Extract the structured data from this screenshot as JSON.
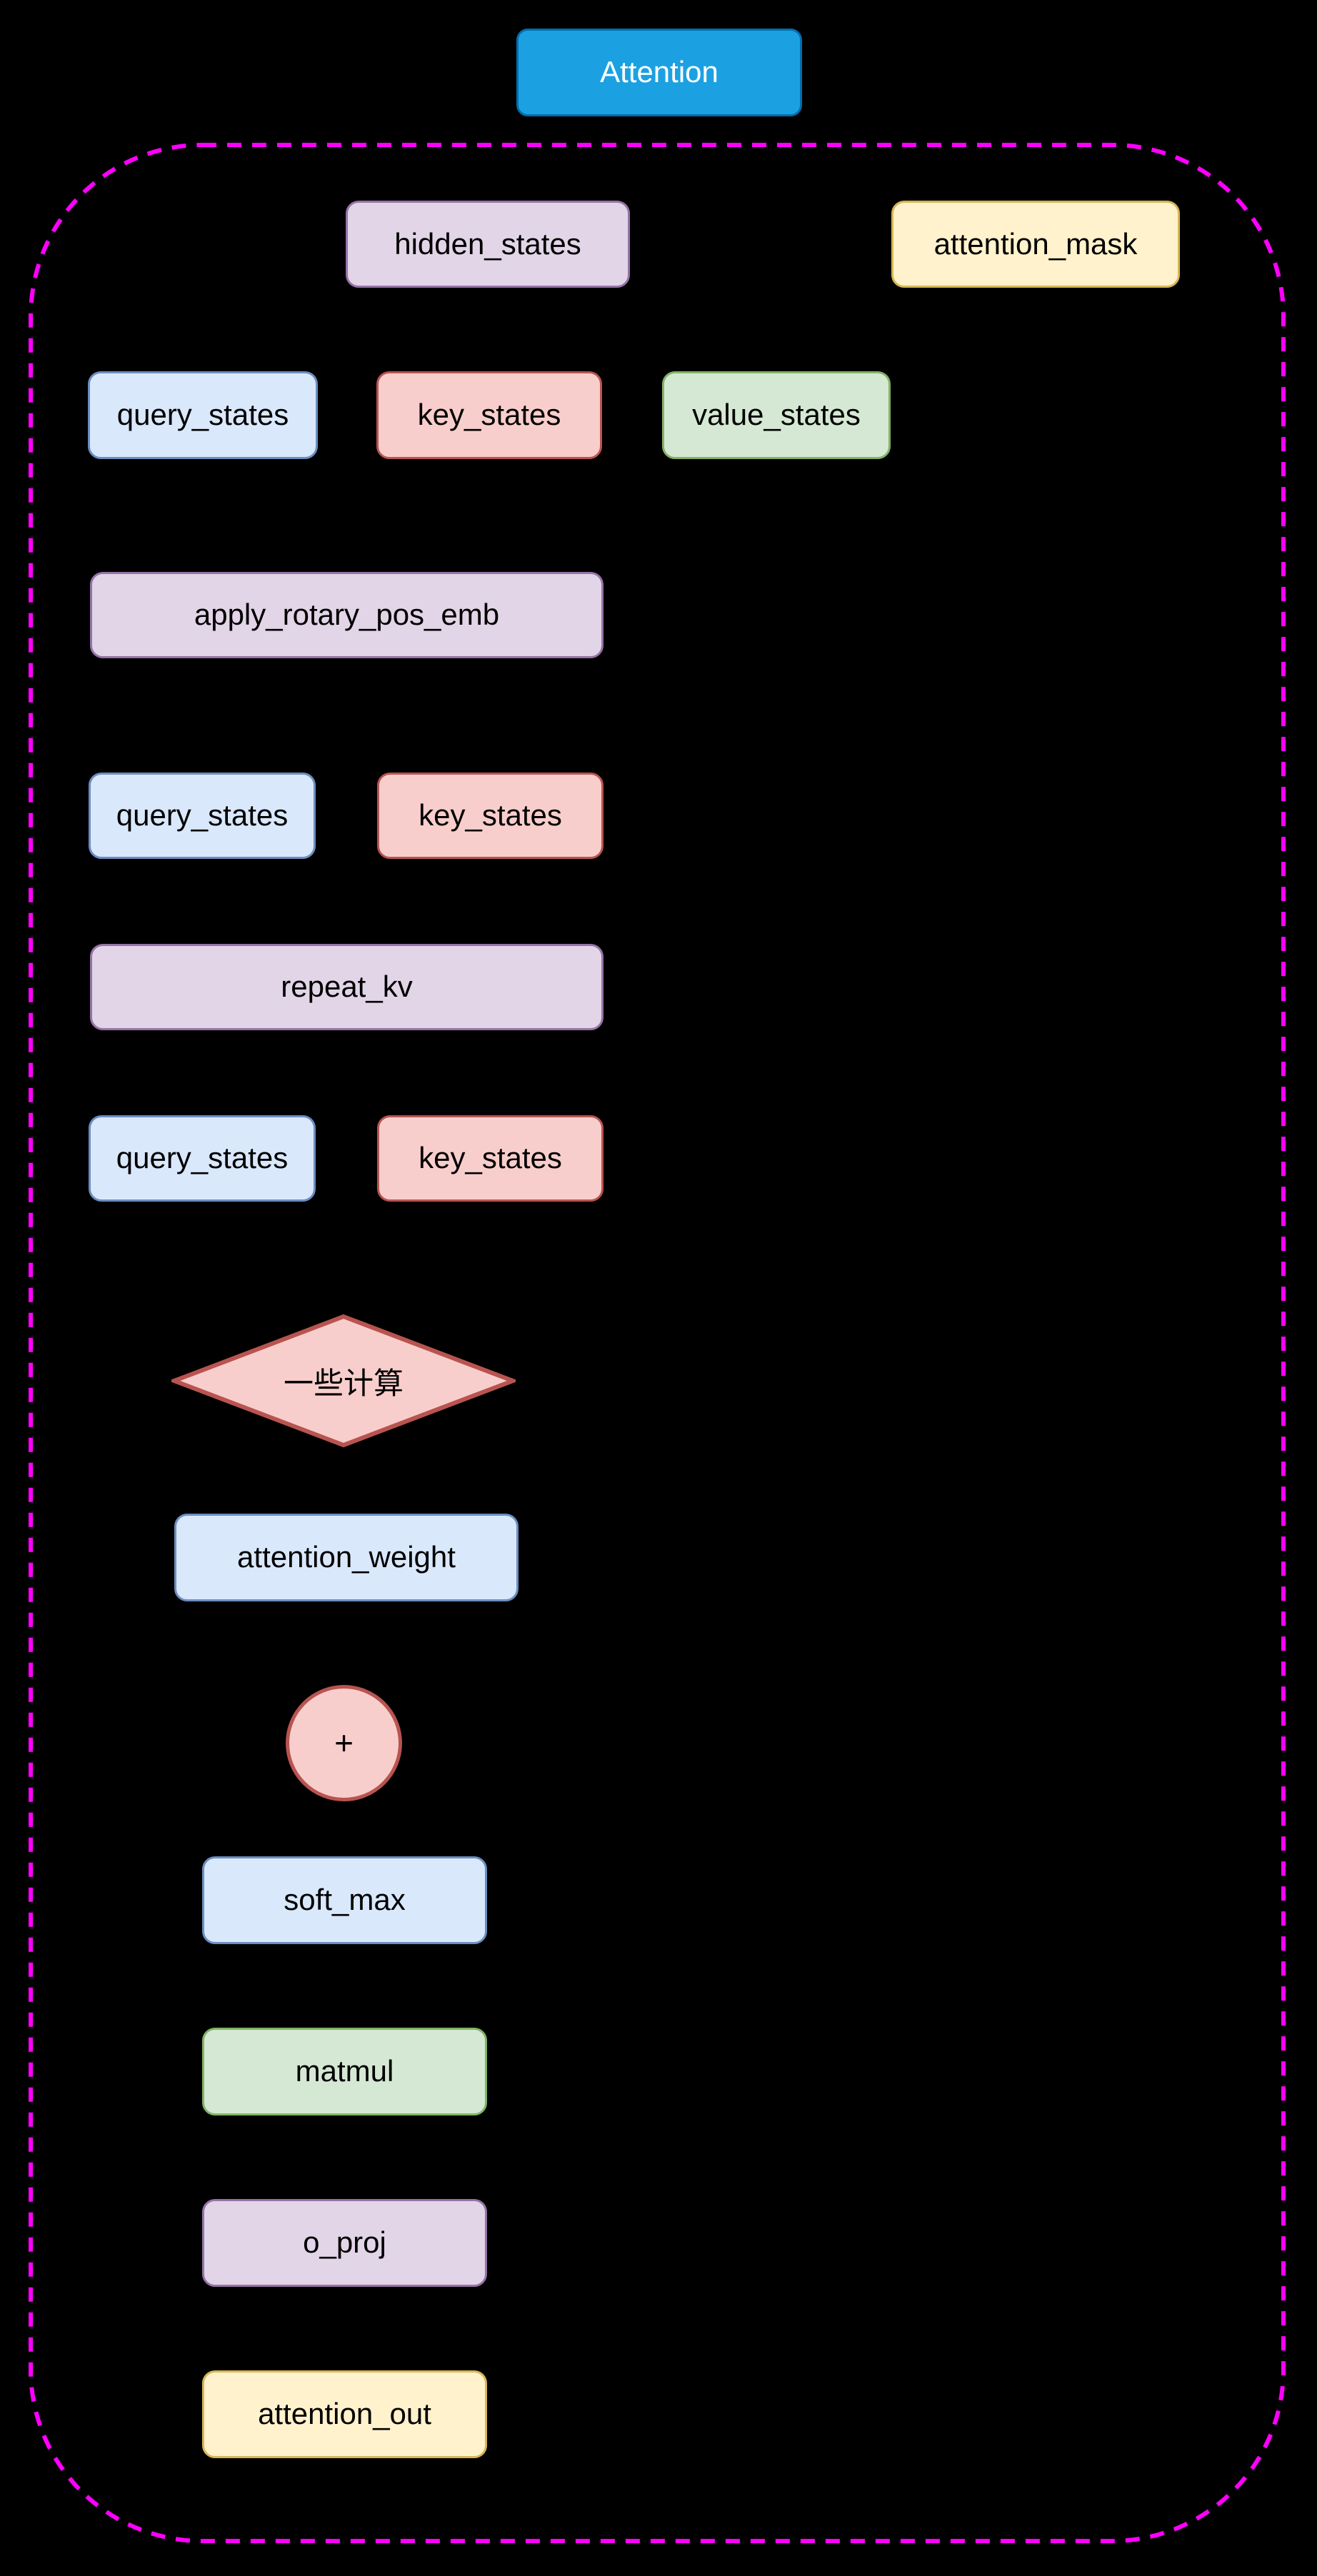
{
  "diagram": {
    "description": "Attention module flowchart on black background inside a dashed magenta rounded group boundary"
  },
  "palette": {
    "canvas_bg": "#000000",
    "title": {
      "fill": "#1BA1E2",
      "stroke": "#006EAF",
      "text": "#FFFFFF"
    },
    "purple": {
      "fill": "#E1D5E7",
      "stroke": "#9673A6",
      "text": "#000000"
    },
    "yellow": {
      "fill": "#FFF2CC",
      "stroke": "#D6B656",
      "text": "#000000"
    },
    "blue": {
      "fill": "#DAE8FC",
      "stroke": "#6C8EBF",
      "text": "#000000"
    },
    "red": {
      "fill": "#F8CECC",
      "stroke": "#B85450",
      "text": "#000000"
    },
    "green": {
      "fill": "#D5E8D4",
      "stroke": "#82B366",
      "text": "#000000"
    },
    "container": {
      "fill": "none",
      "stroke": "#FF00FF"
    }
  },
  "nodes": [
    {
      "label": "Attention",
      "color": "title"
    },
    {
      "label": "hidden_states",
      "color": "purple"
    },
    {
      "label": "attention_mask",
      "color": "yellow"
    },
    {
      "label": "query_states",
      "color": "blue"
    },
    {
      "label": "key_states",
      "color": "red"
    },
    {
      "label": "value_states",
      "color": "green"
    },
    {
      "label": "apply_rotary_pos_emb",
      "color": "purple"
    },
    {
      "label": "query_states",
      "color": "blue"
    },
    {
      "label": "key_states",
      "color": "red"
    },
    {
      "label": "repeat_kv",
      "color": "purple"
    },
    {
      "label": "query_states",
      "color": "blue"
    },
    {
      "label": "key_states",
      "color": "red"
    },
    {
      "label": "一些计算",
      "color": "red",
      "shape": "diamond"
    },
    {
      "label": "attention_weight",
      "color": "blue"
    },
    {
      "label": "+",
      "color": "red",
      "shape": "circle"
    },
    {
      "label": "soft_max",
      "color": "blue"
    },
    {
      "label": "matmul",
      "color": "green"
    },
    {
      "label": "o_proj",
      "color": "purple"
    },
    {
      "label": "attention_out",
      "color": "yellow"
    }
  ]
}
